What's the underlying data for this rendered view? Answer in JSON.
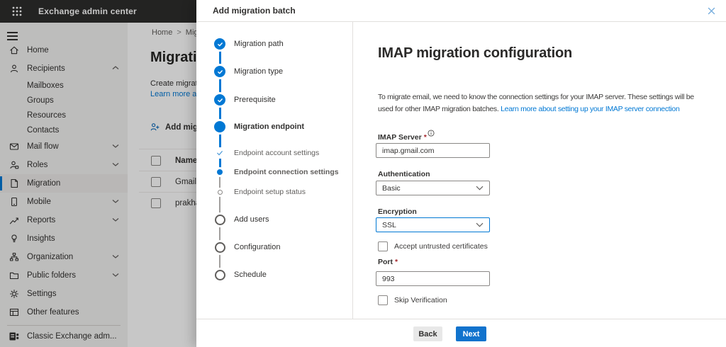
{
  "colors": {
    "accent": "#0078d4",
    "link": "#0078d4",
    "next_button": "#1173cd",
    "required": "#a4262c"
  },
  "header": {
    "app_title": "Exchange admin center"
  },
  "sidebar": {
    "items": [
      {
        "label": "Home"
      },
      {
        "label": "Recipients"
      },
      {
        "label": "Mailboxes"
      },
      {
        "label": "Groups"
      },
      {
        "label": "Resources"
      },
      {
        "label": "Contacts"
      },
      {
        "label": "Mail flow"
      },
      {
        "label": "Roles"
      },
      {
        "label": "Migration"
      },
      {
        "label": "Mobile"
      },
      {
        "label": "Reports"
      },
      {
        "label": "Insights"
      },
      {
        "label": "Organization"
      },
      {
        "label": "Public folders"
      },
      {
        "label": "Settings"
      },
      {
        "label": "Other features"
      },
      {
        "label": "Classic Exchange adm..."
      }
    ]
  },
  "background_page": {
    "breadcrumb": {
      "home": "Home",
      "separator": ">",
      "current": "Migra"
    },
    "page_title": "Migrati",
    "description": "Create migration",
    "learn_more_link": "Learn more abo",
    "add_button": "Add migrat",
    "table": {
      "name_header": "Name",
      "rows": [
        {
          "name": "Gmail"
        },
        {
          "name": "prakha"
        }
      ]
    }
  },
  "panel": {
    "title": "Add migration batch",
    "steps": [
      {
        "label": "Migration path",
        "state": "completed",
        "kind": "main"
      },
      {
        "label": "Migration type",
        "state": "completed",
        "kind": "main"
      },
      {
        "label": "Prerequisite",
        "state": "completed",
        "kind": "main"
      },
      {
        "label": "Migration endpoint",
        "state": "current",
        "kind": "main"
      },
      {
        "label": "Endpoint account settings",
        "state": "completed",
        "kind": "sub"
      },
      {
        "label": "Endpoint connection settings",
        "state": "current",
        "kind": "sub"
      },
      {
        "label": "Endpoint setup status",
        "state": "upcoming",
        "kind": "sub"
      },
      {
        "label": "Add users",
        "state": "upcoming",
        "kind": "main"
      },
      {
        "label": "Configuration",
        "state": "upcoming",
        "kind": "main"
      },
      {
        "label": "Schedule",
        "state": "upcoming",
        "kind": "main"
      }
    ],
    "form": {
      "heading": "IMAP migration configuration",
      "intro_text": "To migrate email, we need to know the connection settings for your IMAP server. These settings will be used for other IMAP migration batches. ",
      "intro_link": "Learn more about setting up your IMAP server connection",
      "required_marker": "*",
      "imap_server": {
        "label": "IMAP Server",
        "value": "imap.gmail.com"
      },
      "authentication": {
        "label": "Authentication",
        "value": "Basic"
      },
      "encryption": {
        "label": "Encryption",
        "value": "SSL"
      },
      "accept_certificates_label": "Accept untrusted certificates",
      "port": {
        "label": "Port",
        "value": "993"
      },
      "skip_verification_label": "Skip Verification"
    },
    "footer": {
      "back_label": "Back",
      "next_label": "Next"
    }
  }
}
